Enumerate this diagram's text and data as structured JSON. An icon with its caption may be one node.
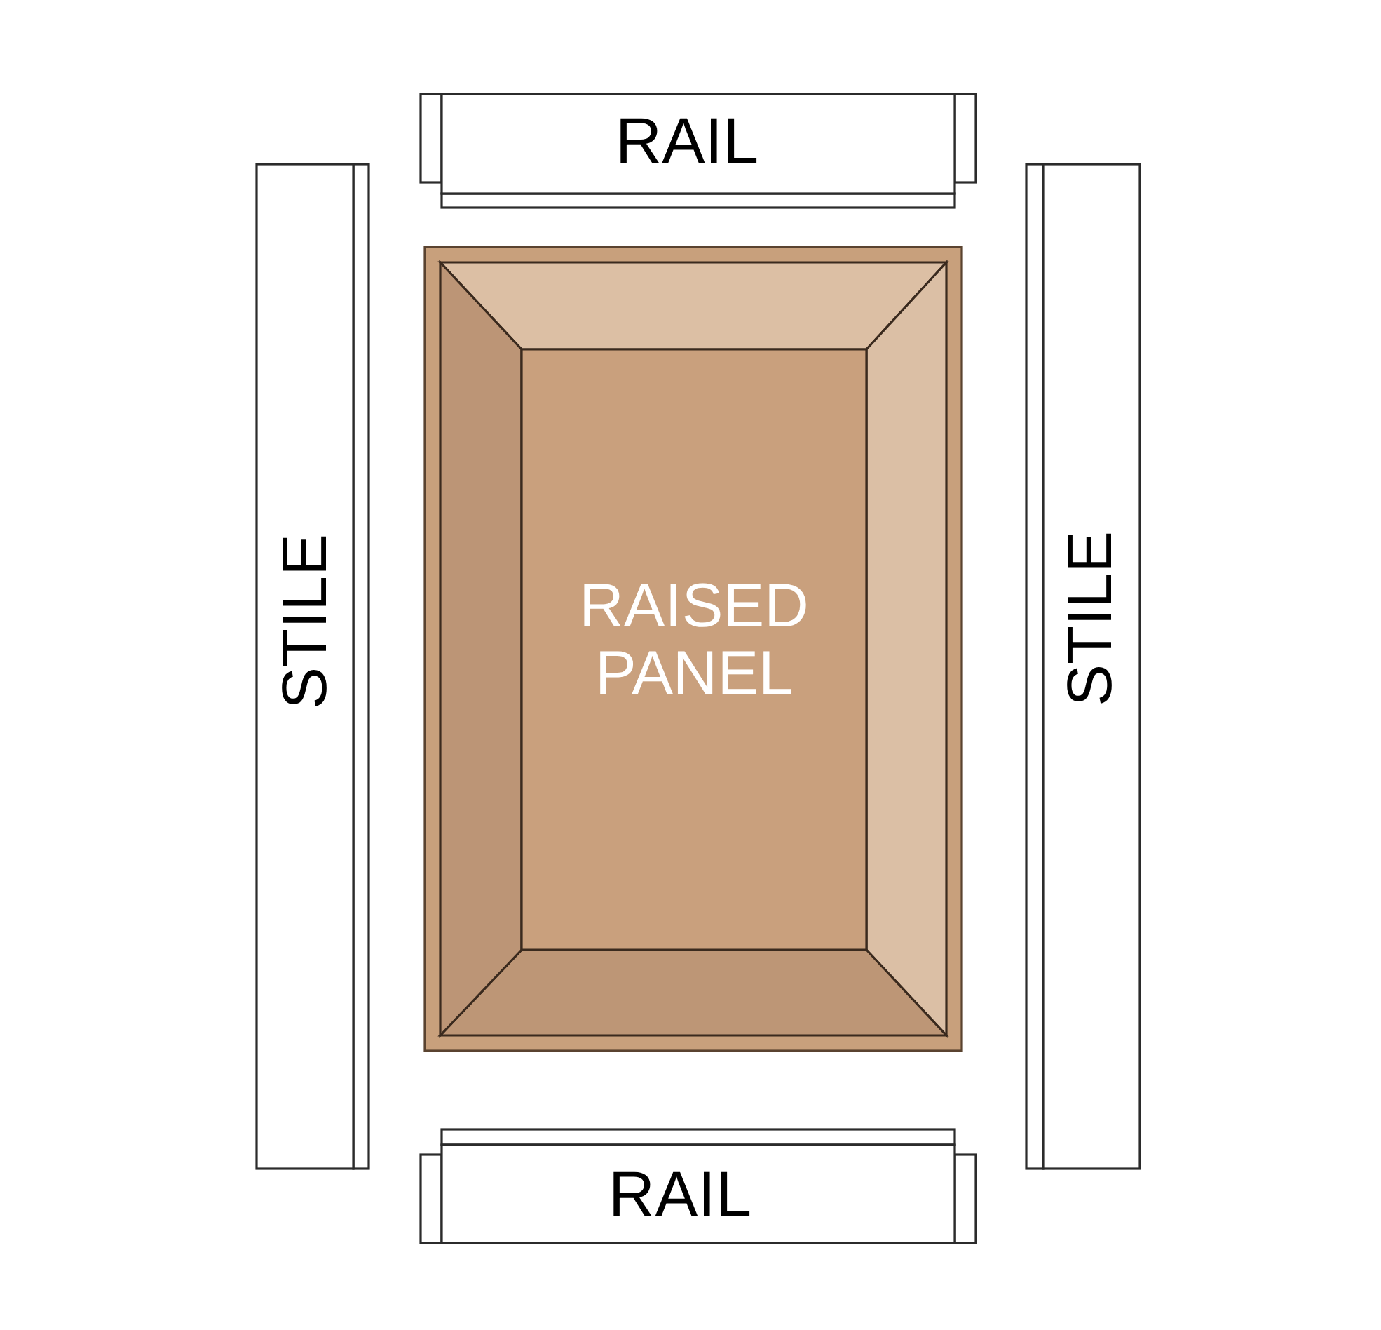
{
  "diagram": {
    "nodes": [
      {
        "text": [
          "RAIL"
        ]
      },
      {
        "text": [
          "STILE"
        ]
      },
      {
        "text": [
          "RAISED PANEL"
        ]
      },
      {
        "text": [
          "STILE"
        ]
      },
      {
        "text": [
          "RAIL"
        ]
      }
    ]
  }
}
